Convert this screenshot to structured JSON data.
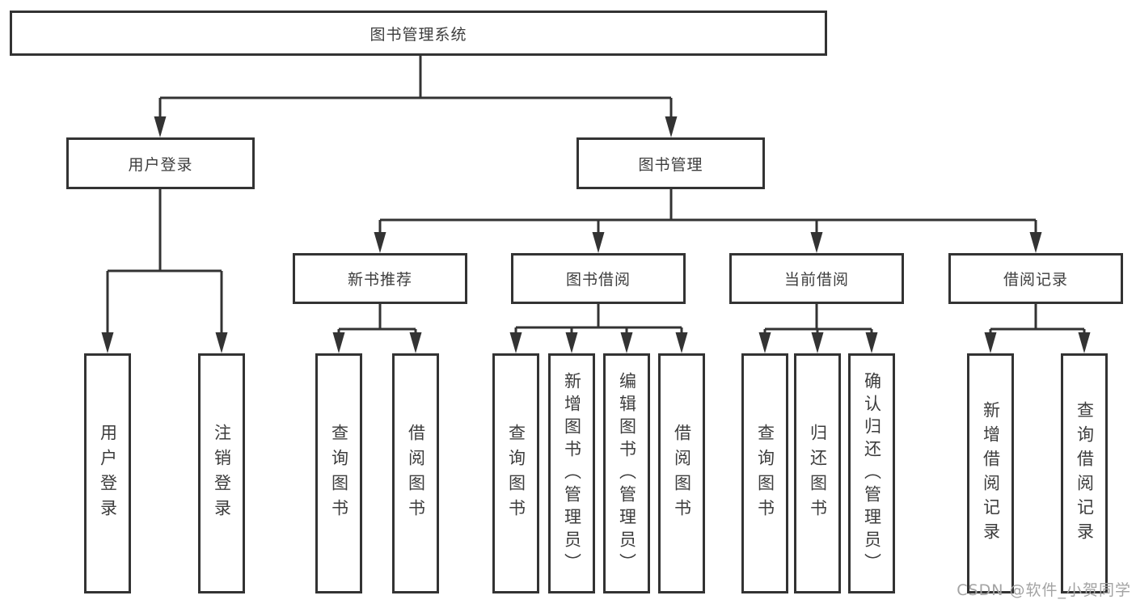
{
  "diagram": {
    "title_node": {
      "label": "图书管理系统"
    },
    "level2": [
      {
        "id": "user-login",
        "label": "用户登录"
      },
      {
        "id": "book-management",
        "label": "图书管理"
      }
    ],
    "level3": [
      {
        "id": "new-book-recommend",
        "label": "新书推荐"
      },
      {
        "id": "book-borrowing",
        "label": "图书借阅"
      },
      {
        "id": "current-borrowing",
        "label": "当前借阅"
      },
      {
        "id": "borrowing-records",
        "label": "借阅记录"
      }
    ],
    "leaves": {
      "user_login": [
        {
          "label": "用户登录"
        },
        {
          "label": "注销登录"
        }
      ],
      "new_book": [
        {
          "label": "查询图书"
        },
        {
          "label": "借阅图书"
        }
      ],
      "book_borrow": [
        {
          "label": "查询图书"
        },
        {
          "label": "新增图书（管理员）"
        },
        {
          "label": "编辑图书（管理员）"
        },
        {
          "label": "借阅图书"
        }
      ],
      "current_borrow": [
        {
          "label": "查询图书"
        },
        {
          "label": "归还图书"
        },
        {
          "label": "确认归还（管理员）"
        }
      ],
      "borrow_records": [
        {
          "label": "新增借阅记录"
        },
        {
          "label": "查询借阅记录"
        }
      ]
    },
    "watermark": "CSDN @软件_小贺同学",
    "colors": {
      "line": "#333333",
      "text": "#3d3d3d",
      "watermark": "#a3a3a3",
      "background": "#ffffff"
    }
  }
}
